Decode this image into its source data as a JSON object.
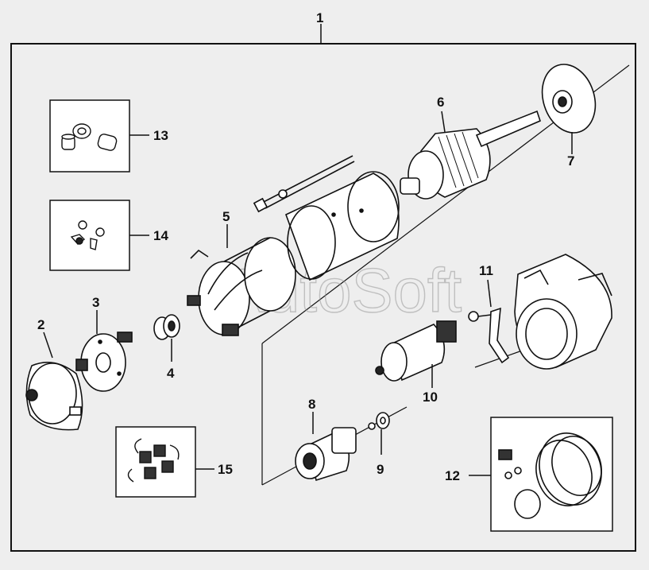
{
  "watermark": "AutoSoft",
  "callouts": {
    "c1": "1",
    "c2": "2",
    "c3": "3",
    "c4": "4",
    "c5": "5",
    "c6": "6",
    "c7": "7",
    "c8": "8",
    "c9": "9",
    "c10": "10",
    "c11": "11",
    "c12": "12",
    "c13": "13",
    "c14": "14",
    "c15": "15"
  },
  "colors": {
    "line": "#111111",
    "background": "#eeeeee",
    "part_fill": "#ffffff",
    "dark": "#222222"
  }
}
